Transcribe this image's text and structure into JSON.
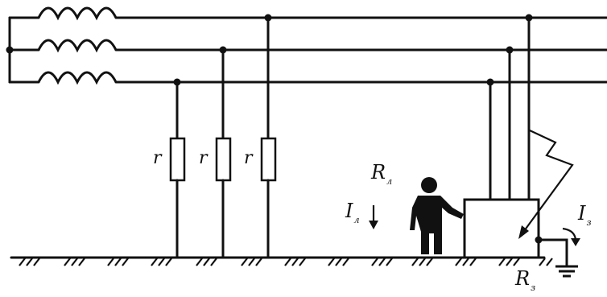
{
  "labels": {
    "resistor_1": "r",
    "resistor_2": "r",
    "resistor_3": "r",
    "body_resistance_main": "R",
    "body_resistance_sub": "л",
    "body_current_main": "I",
    "body_current_sub": "л",
    "fault_current_main": "I",
    "fault_current_sub": "з",
    "ground_resistance_main": "R",
    "ground_resistance_sub": "з"
  },
  "colors": {
    "ink": "#111111",
    "background": "#ffffff"
  }
}
